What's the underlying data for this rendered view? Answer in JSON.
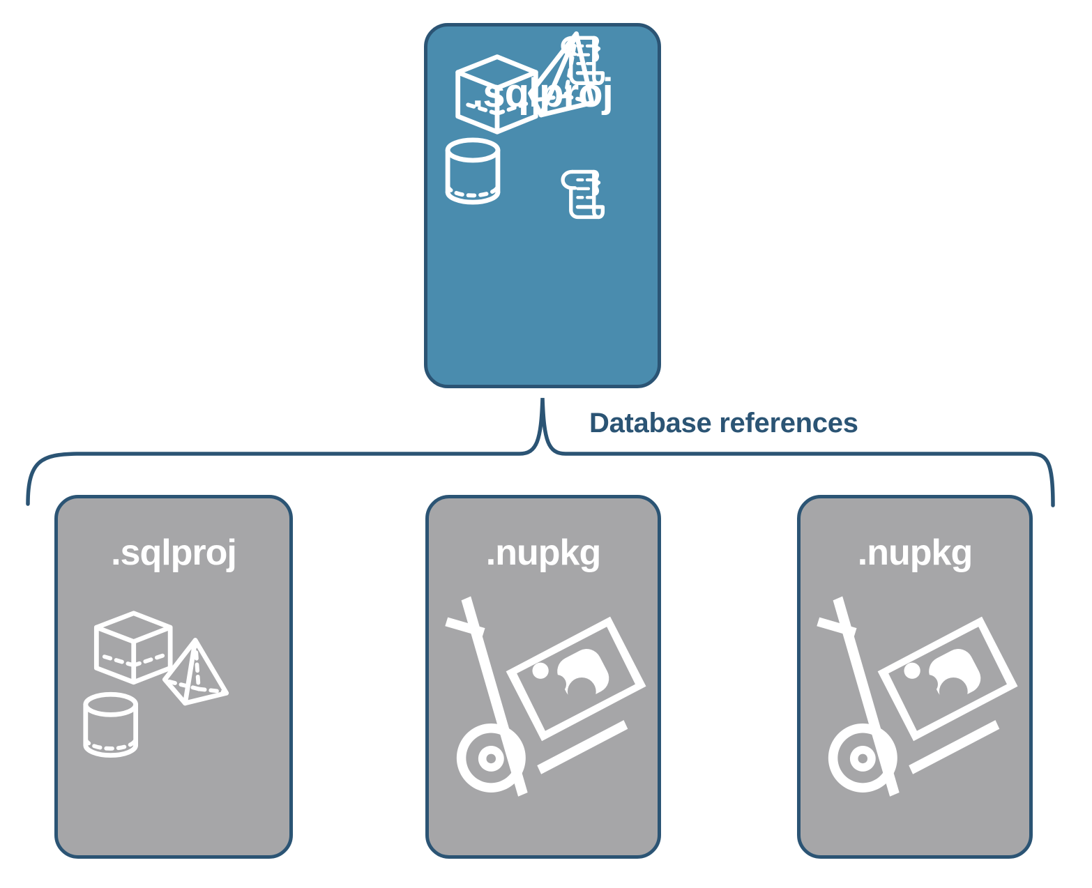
{
  "diagram": {
    "title_text": "Database references",
    "colors": {
      "accent_blue_fill": "#4a8cae",
      "node_border": "#2b5474",
      "gray_fill": "#a6a6a8",
      "label_text": "#2b5474",
      "icon_white": "#ffffff",
      "background": "#ffffff"
    },
    "top_node": {
      "label": ".sqlproj",
      "fill": "#4a8cae",
      "icons": [
        "cube-wireframe-icon",
        "pyramid-wireframe-icon",
        "cylinder-wireframe-icon",
        "script-scroll-icon",
        "script-scroll-icon"
      ]
    },
    "connector": {
      "type": "curly-brace",
      "label": "Database references"
    },
    "children": [
      {
        "label": ".sqlproj",
        "fill": "#a6a6a8",
        "icons": [
          "cube-wireframe-icon",
          "pyramid-wireframe-icon",
          "cylinder-wireframe-icon"
        ]
      },
      {
        "label": ".nupkg",
        "fill": "#a6a6a8",
        "icons": [
          "nuget-hand-truck-icon"
        ]
      },
      {
        "label": ".nupkg",
        "fill": "#a6a6a8",
        "icons": [
          "nuget-hand-truck-icon"
        ]
      }
    ]
  }
}
